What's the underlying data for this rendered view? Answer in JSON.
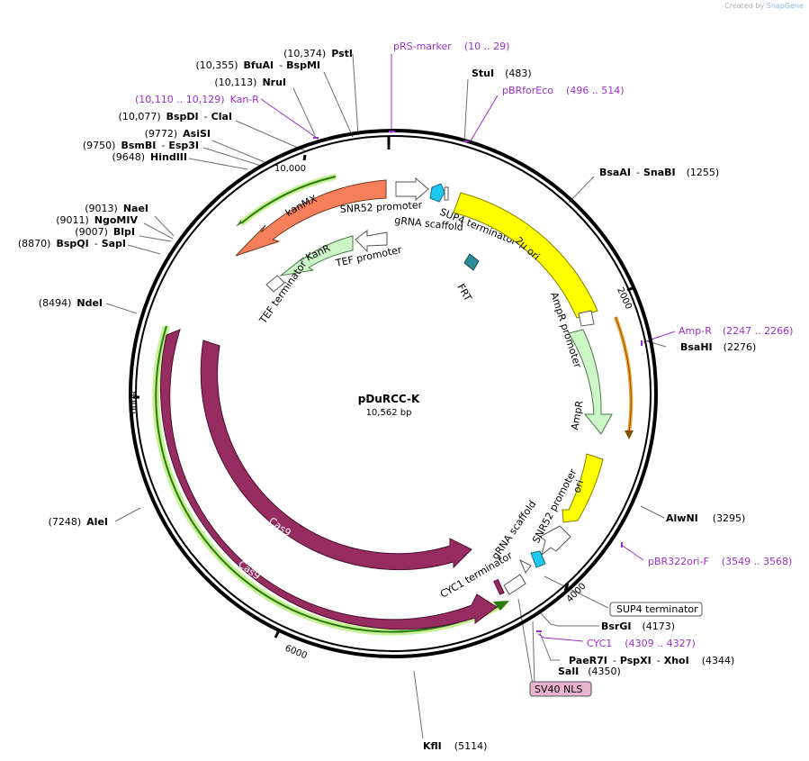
{
  "branding": {
    "created_by": "Created by",
    "app": "SnapGene"
  },
  "plasmid": {
    "name": "pDuRCC-K",
    "size": "10,562 bp"
  },
  "ticks": [
    "10,000",
    "2000",
    "4000",
    "6000",
    "8000"
  ],
  "features": {
    "kanMX": "kanMX",
    "KanR": "KanR",
    "Cas9_inner": "Cas9",
    "Cas9_outer": "Cas9",
    "two_micron_ori": "2µ ori",
    "ori": "ori",
    "AmpR": "AmpR",
    "AmpR_promoter": "AmpR promoter",
    "SNR52_promoter_1": "SNR52 promoter",
    "gRNA_scaffold_1": "gRNA scaffold",
    "SUP4_terminator_1": "SUP4 terminator",
    "TEF_promoter": "TEF promoter",
    "TEF_terminator": "TEF terminator",
    "FRT": "FRT",
    "SNR52_promoter_2": "SNR52 promoter",
    "gRNA_scaffold_2": "gRNA scaffold",
    "CYC1_terminator": "CYC1 terminator"
  },
  "boxed_labels": {
    "SUP4_terminator_2": "SUP4 terminator",
    "SV40_NLS": "SV40 NLS"
  },
  "sites": {
    "PstI": {
      "pos": "(10,374)",
      "name": "PstI"
    },
    "BfuAI": {
      "pos": "(10,355)",
      "name": "BfuAI",
      "sep": "-",
      "name2": "BspMI"
    },
    "NruI": {
      "pos": "(10,113)",
      "name": "NruI"
    },
    "BspDI": {
      "pos": "(10,077)",
      "name": "BspDI",
      "sep": "-",
      "name2": "ClaI"
    },
    "AsiSI": {
      "pos": "(9772)",
      "name": "AsiSI"
    },
    "BsmBI": {
      "pos": "(9750)",
      "name": "BsmBI",
      "sep": "-",
      "name2": "Esp3I"
    },
    "HindIII": {
      "pos": "(9648)",
      "name": "HindIII"
    },
    "NaeI": {
      "pos": "(9013)",
      "name": "NaeI"
    },
    "NgoMIV": {
      "pos": "(9011)",
      "name": "NgoMIV"
    },
    "BlpI": {
      "pos": "(9007)",
      "name": "BlpI"
    },
    "BspQI": {
      "pos": "(8870)",
      "name": "BspQI",
      "sep": "-",
      "name2": "SapI"
    },
    "NdeI": {
      "pos": "(8494)",
      "name": "NdeI"
    },
    "AleI": {
      "pos": "(7248)",
      "name": "AleI"
    },
    "StuI": {
      "name": "StuI",
      "pos": "(483)"
    },
    "BsaAI": {
      "name": "BsaAI",
      "sep": "-",
      "name2": "SnaBI",
      "pos": "(1255)"
    },
    "BsaHI": {
      "name": "BsaHI",
      "pos": "(2276)"
    },
    "AlwNI": {
      "name": "AlwNI",
      "pos": "(3295)"
    },
    "BsrGI": {
      "name": "BsrGI",
      "pos": "(4173)"
    },
    "PaeR7I": {
      "name": "PaeR7I",
      "sep": "-",
      "name2": "PspXI",
      "sep2": "-",
      "name3": "XhoI",
      "pos": "(4344)"
    },
    "SalI": {
      "name": "SalI",
      "pos": "(4350)"
    },
    "KflI": {
      "name": "KflI",
      "pos": "(5114)"
    }
  },
  "primers": {
    "pRS_marker": {
      "name": "pRS-marker",
      "range": "(10 .. 29)"
    },
    "pBRforEco": {
      "name": "pBRforEco",
      "range": "(496 .. 514)"
    },
    "Kan_R": {
      "range": "(10,110 .. 10,129)",
      "name": "Kan-R"
    },
    "Amp_R": {
      "name": "Amp-R",
      "range": "(2247 .. 2266)"
    },
    "pBR322ori_F": {
      "name": "pBR322ori-F",
      "range": "(3549 .. 3568)"
    },
    "CYC1": {
      "name": "CYC1",
      "range": "(4309 .. 4327)"
    }
  },
  "colors": {
    "backbone": "#000000",
    "kanMX": "#f47f5a",
    "KanR": "#ccf5c8",
    "Cas9": "#962c5f",
    "ori": "#ffff00",
    "AmpR": "#ccf5c8",
    "promoter": "#ffffff",
    "terminator": "#ffffff",
    "scaffold": "#1ec8f0",
    "FRT": "#2d8c98",
    "primer": "#9a30c8",
    "highlight": "#c8f096",
    "orange": "#f0a030",
    "sv40_fill": "#e8b4cc"
  }
}
